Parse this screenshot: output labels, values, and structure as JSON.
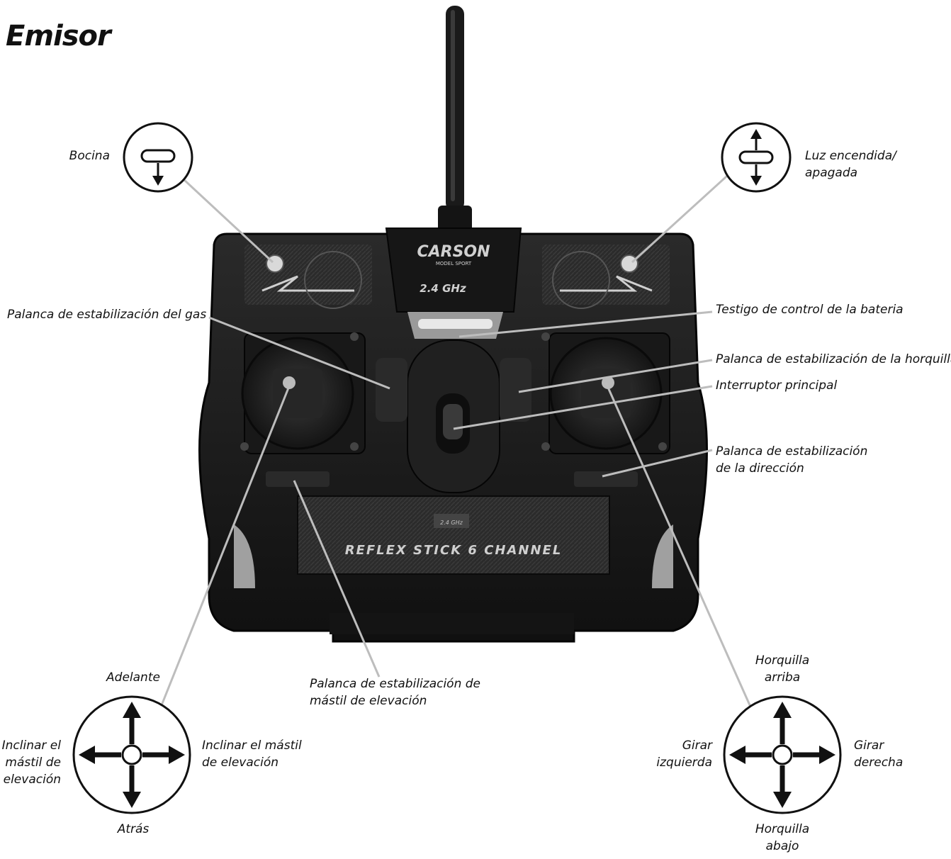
{
  "title": "Emisor",
  "labels": {
    "bocina": "Bocina",
    "luz_line1": "Luz encendida/",
    "luz_line2": "apagada",
    "gas_trim": "Palanca de estabilización del gas",
    "battery": "Testigo de control de la bateria",
    "fork_trim": "Palanca de estabilización de la horquilla",
    "main_switch": "Interruptor principal",
    "steer_trim_line1": "Palanca de estabilización",
    "steer_trim_line2": "de la dirección",
    "mast_trim_line1": "Palanca de estabilización de",
    "mast_trim_line2": "mástil de elevación",
    "adelante": "Adelante",
    "atras": "Atrás",
    "tilt_left_line1": "Inclinar el",
    "tilt_left_line2": "mástil de",
    "tilt_left_line3": "elevación",
    "tilt_right_line1": "Inclinar el mástil",
    "tilt_right_line2": "de elevación",
    "fork_up_line1": "Horquilla",
    "fork_up_line2": "arriba",
    "fork_down_line1": "Horquilla",
    "fork_down_line2": "abajo",
    "turn_left_line1": "Girar",
    "turn_left_line2": "izquierda",
    "turn_right_line1": "Girar",
    "turn_right_line2": "derecha"
  },
  "device": {
    "brand": "CARSON",
    "brand_sub": "MODEL SPORT",
    "freq": "2.4 GHz",
    "freq_small": "2.4 GHz",
    "model_name": "REFLEX STICK 6 CHANNEL"
  },
  "colors": {
    "body": "#1c1c1c",
    "body_dark": "#0c0c0c",
    "leader": "#bdbdbd",
    "accent": "#e8e8e8"
  }
}
